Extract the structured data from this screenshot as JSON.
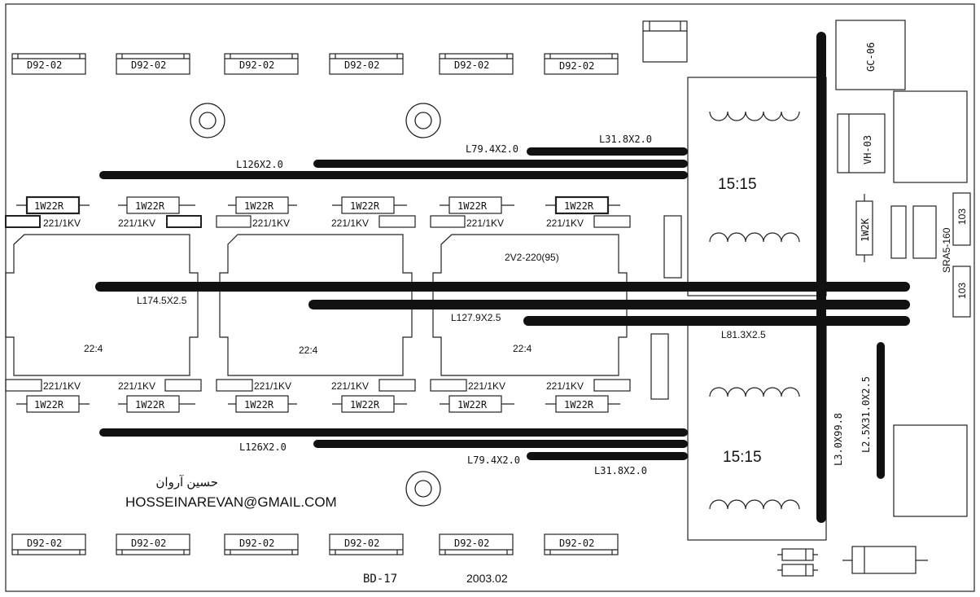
{
  "board": {
    "board_id": "BD-17",
    "date": "2003.02",
    "author_fa": "حسین آروان",
    "author_email": "HOSSEINAREVAN@GMAIL.COM"
  },
  "diodes": {
    "label": "D92-02",
    "top_row": [
      "D92-02",
      "D92-02",
      "D92-02",
      "D92-02",
      "D92-02",
      "D92-02"
    ],
    "bottom_row": [
      "D92-02",
      "D92-02",
      "D92-02",
      "D92-02",
      "D92-02",
      "D92-02"
    ]
  },
  "resistors": {
    "label": "1W22R",
    "top_row": [
      "1W22R",
      "1W22R",
      "1W22R",
      "1W22R",
      "1W22R",
      "1W22R"
    ],
    "bottom_row": [
      "1W22R",
      "1W22R",
      "1W22R",
      "1W22R",
      "1W22R",
      "1W22R"
    ]
  },
  "capacitors": {
    "top_row": [
      "221/1KV",
      "221/1KV",
      "221/1KV",
      "221/1KV",
      "221/1KV",
      "221/1KV"
    ],
    "bottom_row": [
      "221/1KV",
      "221/1KV",
      "221/1KV",
      "221/1KV",
      "221/1KV",
      "221/1KV"
    ]
  },
  "transformers_small": {
    "ratio_label": "22:4",
    "items": [
      "22:4",
      "22:4",
      "22:4"
    ],
    "part_label": "2V2-220(95)"
  },
  "transformers_main": {
    "top": "15:15",
    "bottom": "15:15"
  },
  "wires": {
    "top": [
      "L31.8X2.0",
      "L79.4X2.0",
      "L126X2.0"
    ],
    "middle": [
      "L174.5X2.5",
      "L127.9X2.5",
      "L81.3X2.5"
    ],
    "bottom": [
      "L126X2.0",
      "L79.4X2.0",
      "L31.8X2.0"
    ],
    "vertical_long": "L3.0X99.8",
    "vertical_short": "L2.5X31.0X2.5",
    "vertical_short_alt": "L2.5X31.0X2.5"
  },
  "parts": {
    "connector": "GC-06",
    "vh": "VH-03",
    "resistor_1w2k": "1W2K",
    "sra": "SRA5-160",
    "cap_103_a": "103",
    "cap_103_b": "103"
  }
}
